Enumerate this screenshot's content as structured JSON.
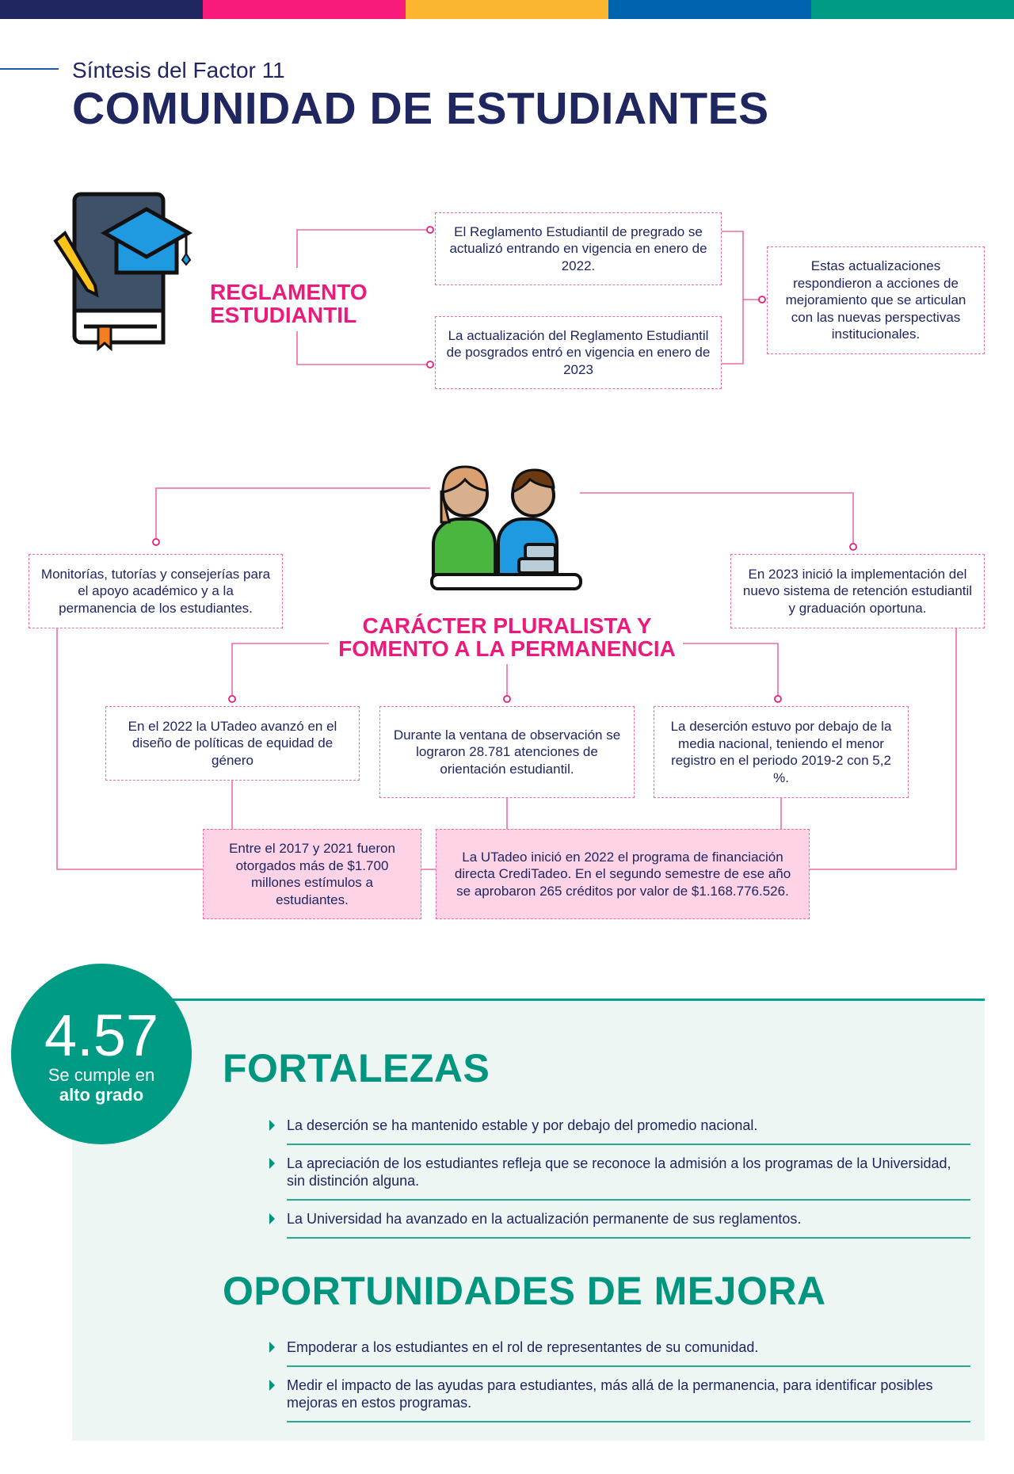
{
  "colors": {
    "navy": "#1f2660",
    "pink": "#ec1a7b",
    "yellow": "#fbb52e",
    "blue": "#0063b0",
    "teal": "#009b84"
  },
  "header": {
    "subtitle": "Síntesis del Factor 11",
    "title": "COMUNIDAD DE ESTUDIANTES"
  },
  "reglamento": {
    "title_line1": "REGLAMENTO",
    "title_line2": "ESTUDIANTIL",
    "box_pregrado": "El Reglamento Estudiantil de pregrado se actualizó  entrando en vigencia en enero de 2022.",
    "box_posgrado": "La actualización del Reglamento Estudiantil de posgrados entró en vigencia en enero de 2023",
    "box_result": "Estas actualizaciones respondieron a acciones de mejoramiento que se articulan con las nuevas perspectivas institucionales."
  },
  "pluralista": {
    "title_line1": "CARÁCTER PLURALISTA Y",
    "title_line2": "FOMENTO A LA PERMANENCIA",
    "box_monitorias": "Monitorías, tutorías y consejerías para el apoyo académico y a la permanencia de los estudiantes.",
    "box_retencion": "En 2023 inició la implementación del nuevo sistema de retención estudiantil y graduación oportuna.",
    "box_equidad": "En el 2022 la UTadeo avanzó en el diseño de políticas de equidad de género",
    "box_orientacion": "Durante la ventana de observación se lograron 28.781 atenciones de orientación estudiantil.",
    "box_desercion": "La deserción estuvo por debajo de la media nacional, teniendo el menor registro en el periodo 2019-2 con 5,2 %.",
    "box_estimulos": "Entre el 2017 y 2021 fueron otorgados más de $1.700 millones estímulos a estudiantes.",
    "box_creditadeo": "La UTadeo inició en 2022 el programa de financiación directa CrediTadeo. En el segundo semestre de ese año se aprobaron 265 créditos por valor de $1.168.776.526."
  },
  "score": {
    "value": "4.57",
    "label_line1": "Se cumple en",
    "label_line2": "alto grado"
  },
  "fortalezas": {
    "title": "FORTALEZAS",
    "items": [
      "La deserción se ha mantenido estable y por debajo del promedio nacional.",
      "La apreciación de los estudiantes refleja que se reconoce la admisión a los programas de la Universidad, sin distinción alguna.",
      "La Universidad ha avanzado en la actualización permanente de sus reglamentos."
    ]
  },
  "oportunidades": {
    "title": "OPORTUNIDADES DE MEJORA",
    "items": [
      "Empoderar a los estudiantes en el rol de representantes de su comunidad.",
      "Medir el impacto de las ayudas para estudiantes, más allá de la permanencia, para identificar posibles mejoras en estos programas."
    ]
  }
}
